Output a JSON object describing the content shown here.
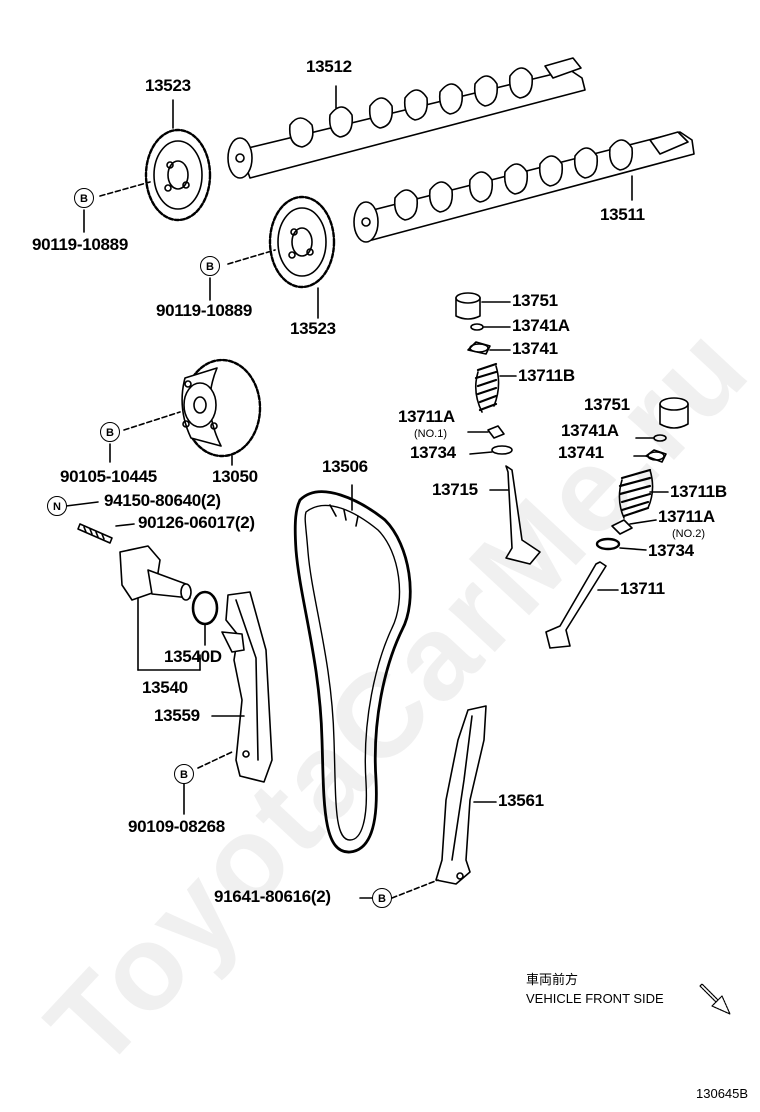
{
  "watermark": "ToyotaCarMe.ru",
  "labels": {
    "p13523_top": "13523",
    "p13512": "13512",
    "p13511": "13511",
    "p90119_a": "90119-10889",
    "p90119_b": "90119-10889",
    "p13523_bottom": "13523",
    "p13751_a": "13751",
    "p13741a_a": "13741A",
    "p13741_a": "13741",
    "p13711b_a": "13711B",
    "p13711a_a": "13711A",
    "no1": "(NO.1)",
    "p13734_a": "13734",
    "p13715": "13715",
    "p13751_b": "13751",
    "p13741a_b": "13741A",
    "p13741_b": "13741",
    "p13711b_b": "13711B",
    "p13711a_b": "13711A",
    "no2": "(NO.2)",
    "p13734_b": "13734",
    "p13711": "13711",
    "p90105": "90105-10445",
    "p13050": "13050",
    "p13506": "13506",
    "p94150": "94150-80640(2)",
    "p90126": "90126-06017(2)",
    "p13540d": "13540D",
    "p13540": "13540",
    "p13559": "13559",
    "p90109": "90109-08268",
    "p13561": "13561",
    "p91641": "91641-80616(2)"
  },
  "markers": {
    "b": "B",
    "n": "N"
  },
  "front_note": {
    "jp": "車両前方",
    "en": "VEHICLE FRONT SIDE"
  },
  "diagram_code": "130645B"
}
